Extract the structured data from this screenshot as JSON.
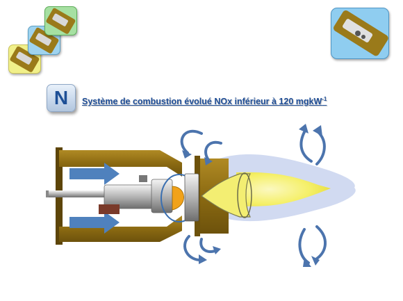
{
  "header": {
    "badge_letter": "N",
    "title_main": "Système de combustion évolué NOx inférieur  à 120 mgkW",
    "title_sup": "-1"
  },
  "thumbnails": [
    {
      "name": "thumb-yellow",
      "color": "#f1f08a"
    },
    {
      "name": "thumb-blue",
      "color": "#9fd3ef"
    },
    {
      "name": "thumb-green",
      "color": "#a6e0a2"
    },
    {
      "name": "thumb-large",
      "color": "#8fcdf0"
    }
  ],
  "colors": {
    "burner_body": "#8b6a12",
    "air_arrow": "#4f81bd",
    "flame": "#f5f06a",
    "flame_halo": "#c9d4ee",
    "recirculation_arrow": "#4c74ad",
    "title": "#1f4e97"
  }
}
